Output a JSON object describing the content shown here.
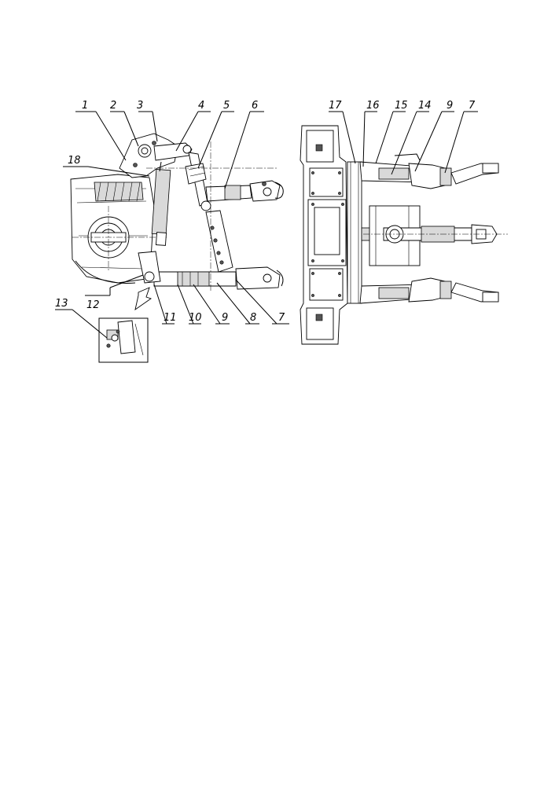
{
  "figure": {
    "side_view": {
      "callouts_top": [
        "1",
        "2",
        "3",
        "4",
        "5",
        "6"
      ],
      "callout_left": "18",
      "callouts_bottom": [
        "12",
        "11",
        "10",
        "9",
        "8",
        "7"
      ],
      "inset_callout": "13"
    },
    "top_view": {
      "callouts_top": [
        "17",
        "16",
        "15",
        "14",
        "9",
        "7"
      ]
    }
  }
}
